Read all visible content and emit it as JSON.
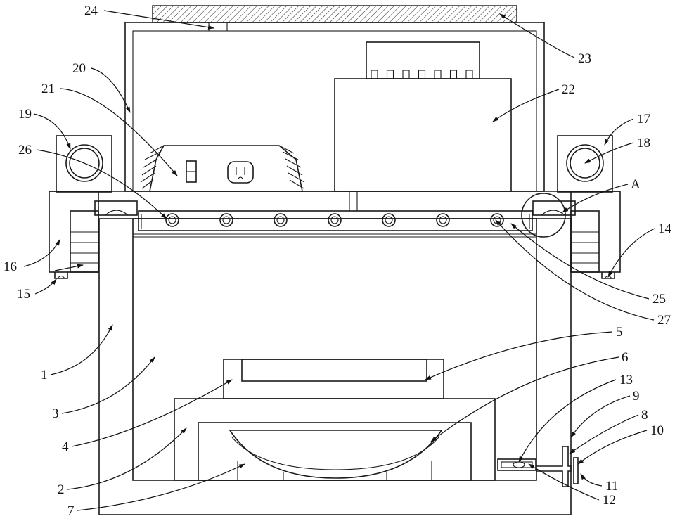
{
  "labels": [
    {
      "text": "24"
    },
    {
      "text": "20"
    },
    {
      "text": "21"
    },
    {
      "text": "19"
    },
    {
      "text": "26"
    },
    {
      "text": "16"
    },
    {
      "text": "15"
    },
    {
      "text": "1"
    },
    {
      "text": "3"
    },
    {
      "text": "4"
    },
    {
      "text": "2"
    },
    {
      "text": "7"
    },
    {
      "text": "23"
    },
    {
      "text": "22"
    },
    {
      "text": "17"
    },
    {
      "text": "18"
    },
    {
      "text": "A"
    },
    {
      "text": "14"
    },
    {
      "text": "25"
    },
    {
      "text": "27"
    },
    {
      "text": "5"
    },
    {
      "text": "6"
    },
    {
      "text": "13"
    },
    {
      "text": "9"
    },
    {
      "text": "8"
    },
    {
      "text": "10"
    },
    {
      "text": "11"
    },
    {
      "text": "12"
    }
  ]
}
